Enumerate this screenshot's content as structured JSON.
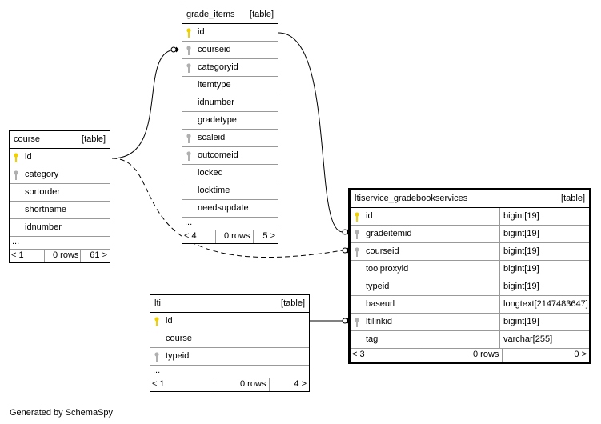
{
  "credit": "Generated by SchemaSpy",
  "colors": {
    "primary_key": "#f0d000",
    "foreign_key": "#b0b0b0",
    "border": "#000000",
    "grid": "#999999"
  },
  "tables": {
    "grade_items": {
      "name": "grade_items",
      "kind": "[table]",
      "columns": [
        {
          "name": "id",
          "key": "primary"
        },
        {
          "name": "courseid",
          "key": "foreign"
        },
        {
          "name": "categoryid",
          "key": "foreign"
        },
        {
          "name": "itemtype",
          "key": ""
        },
        {
          "name": "idnumber",
          "key": ""
        },
        {
          "name": "gradetype",
          "key": ""
        },
        {
          "name": "scaleid",
          "key": "foreign"
        },
        {
          "name": "outcomeid",
          "key": "foreign"
        },
        {
          "name": "locked",
          "key": ""
        },
        {
          "name": "locktime",
          "key": ""
        },
        {
          "name": "needsupdate",
          "key": ""
        }
      ],
      "more": "...",
      "footer": {
        "parents": "< 4",
        "rows": "0 rows",
        "children": "5 >"
      }
    },
    "course": {
      "name": "course",
      "kind": "[table]",
      "columns": [
        {
          "name": "id",
          "key": "primary"
        },
        {
          "name": "category",
          "key": "foreign"
        },
        {
          "name": "sortorder",
          "key": ""
        },
        {
          "name": "shortname",
          "key": ""
        },
        {
          "name": "idnumber",
          "key": ""
        }
      ],
      "more": "...",
      "footer": {
        "parents": "< 1",
        "rows": "0 rows",
        "children": "61 >"
      }
    },
    "ltiservice": {
      "name": "ltiservice_gradebookservices",
      "kind": "[table]",
      "columns": [
        {
          "name": "id",
          "key": "primary",
          "type": "bigint[19]"
        },
        {
          "name": "gradeitemid",
          "key": "foreign",
          "type": "bigint[19]"
        },
        {
          "name": "courseid",
          "key": "foreign",
          "type": "bigint[19]"
        },
        {
          "name": "toolproxyid",
          "key": "",
          "type": "bigint[19]"
        },
        {
          "name": "typeid",
          "key": "",
          "type": "bigint[19]"
        },
        {
          "name": "baseurl",
          "key": "",
          "type": "longtext[2147483647]"
        },
        {
          "name": "ltilinkid",
          "key": "foreign",
          "type": "bigint[19]"
        },
        {
          "name": "tag",
          "key": "",
          "type": "varchar[255]"
        }
      ],
      "footer": {
        "parents": "< 3",
        "rows": "0 rows",
        "children": "0 >"
      }
    },
    "lti": {
      "name": "lti",
      "kind": "[table]",
      "columns": [
        {
          "name": "id",
          "key": "primary"
        },
        {
          "name": "course",
          "key": ""
        },
        {
          "name": "typeid",
          "key": "foreign"
        }
      ],
      "more": "...",
      "footer": {
        "parents": "< 1",
        "rows": "0 rows",
        "children": "4 >"
      }
    }
  },
  "relationships": [
    {
      "from": "ltiservice.gradeitemid",
      "to": "grade_items.id",
      "style": "solid"
    },
    {
      "from": "grade_items.courseid",
      "to": "course.id",
      "style": "solid"
    },
    {
      "from": "ltiservice.courseid",
      "to": "course.id",
      "style": "dashed"
    },
    {
      "from": "ltiservice.ltilinkid",
      "to": "lti.id",
      "style": "solid"
    }
  ]
}
